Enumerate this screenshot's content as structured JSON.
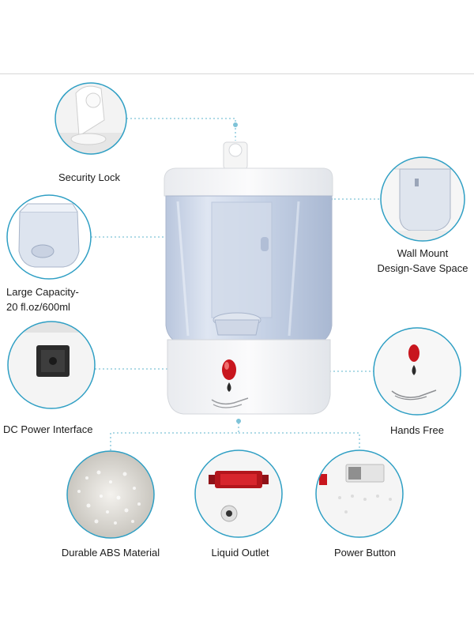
{
  "product": "automatic soap dispenser",
  "features": {
    "security_lock": "Security Lock",
    "wall_mount_line1": "Wall Mount",
    "wall_mount_line2": "Design-Save Space",
    "capacity_line1": "Large Capacity-",
    "capacity_line2": "20 fl.oz/600ml",
    "dc_power": "DC Power Interface",
    "hands_free": "Hands Free",
    "abs_material": "Durable ABS Material",
    "liquid_outlet": "Liquid Outlet",
    "power_button": "Power Button"
  },
  "colors": {
    "callout_line": "#7ec3d8",
    "circle_border": "#2f9fc4",
    "sensor_red": "#c8161e",
    "body_white": "#f6f7f9",
    "tank_blue": "#c9d4e6"
  }
}
